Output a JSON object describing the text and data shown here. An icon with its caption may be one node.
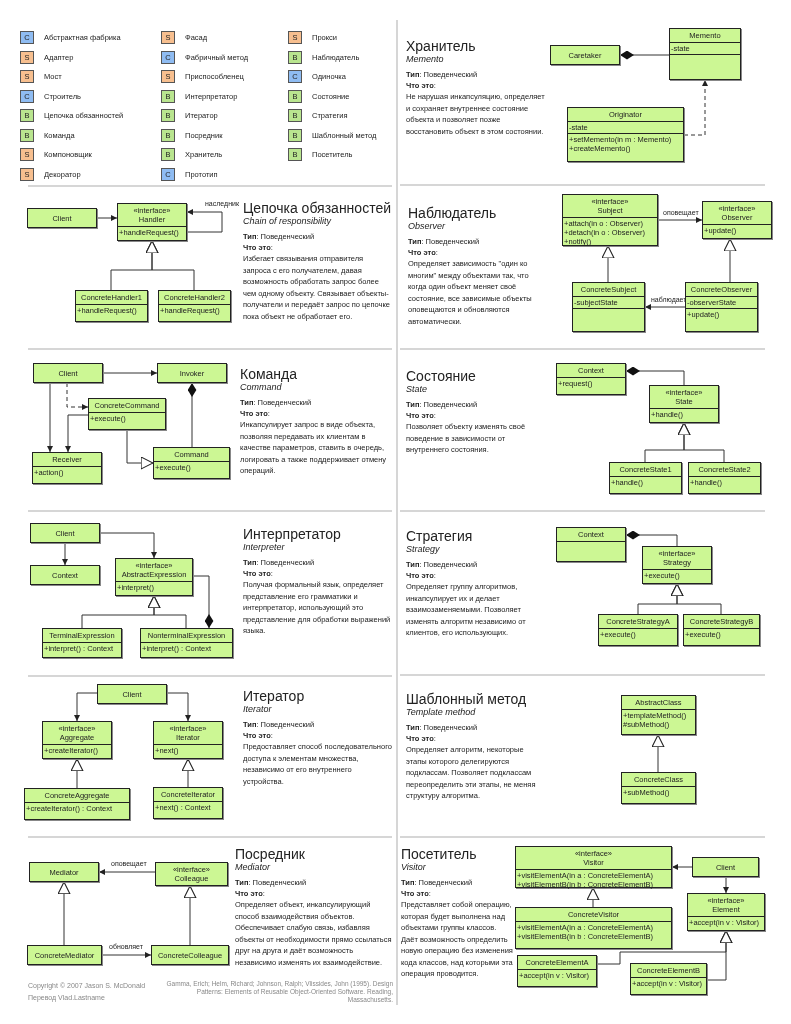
{
  "diagram": {
    "nodes": [
      {
        "text": [
          "Client"
        ]
      },
      {
        "text": [
          "«interface» Handler",
          "+handleRequest()"
        ]
      },
      {
        "text": [
          "ConcreteHandler1",
          "+handleRequest()"
        ]
      },
      {
        "text": [
          "ConcreteHandler2",
          "+handleRequest()"
        ]
      },
      {
        "text": [
          "Caretaker"
        ]
      },
      {
        "text": [
          "Memento",
          "-state"
        ]
      },
      {
        "text": [
          "Originator",
          "-state",
          "+setMemento(in m : Memento)",
          "+createMemento()"
        ]
      },
      {
        "text": [
          "«interface» Subject",
          "+attach(in o : Observer)",
          "+detach(in o : Observer)",
          "+notify()"
        ]
      },
      {
        "text": [
          "«interface» Observer",
          "+update()"
        ]
      },
      {
        "text": [
          "ConcreteSubject",
          "-subjectState"
        ]
      },
      {
        "text": [
          "ConcreteObserver",
          "-observerState",
          "+update()"
        ]
      },
      {
        "text": [
          "Client"
        ]
      },
      {
        "text": [
          "Invoker"
        ]
      },
      {
        "text": [
          "ConcreteCommand",
          "+execute()"
        ]
      },
      {
        "text": [
          "Receiver",
          "+action()"
        ]
      },
      {
        "text": [
          "Command",
          "+execute()"
        ]
      },
      {
        "text": [
          "Context",
          "+request()"
        ]
      },
      {
        "text": [
          "«interface» State",
          "+handle()"
        ]
      },
      {
        "text": [
          "ConcreteState1",
          "+handle()"
        ]
      },
      {
        "text": [
          "ConcreteState2",
          "+handle()"
        ]
      },
      {
        "text": [
          "Client"
        ]
      },
      {
        "text": [
          "Context"
        ]
      },
      {
        "text": [
          "«interface» AbstractExpression",
          "+interpret()"
        ]
      },
      {
        "text": [
          "TerminalExpression",
          "+interpret() : Context"
        ]
      },
      {
        "text": [
          "NonterminalExpression",
          "+interpret() : Context"
        ]
      },
      {
        "text": [
          "Context"
        ]
      },
      {
        "text": [
          "«interface» Strategy",
          "+execute()"
        ]
      },
      {
        "text": [
          "ConcreteStrategyA",
          "+execute()"
        ]
      },
      {
        "text": [
          "ConcreteStrategyB",
          "+execute()"
        ]
      },
      {
        "text": [
          "Client"
        ]
      },
      {
        "text": [
          "«interface» Aggregate",
          "+createIterator()"
        ]
      },
      {
        "text": [
          "«interface» Iterator",
          "+next()"
        ]
      },
      {
        "text": [
          "ConcreteAggregate",
          "+createIterator() : Context"
        ]
      },
      {
        "text": [
          "ConcreteIterator",
          "+next() : Context"
        ]
      },
      {
        "text": [
          "AbstractClass",
          "+templateMethod()",
          "#subMethod()"
        ]
      },
      {
        "text": [
          "ConcreteClass",
          "+subMethod()"
        ]
      },
      {
        "text": [
          "Mediator"
        ]
      },
      {
        "text": [
          "«interface» Colleague"
        ]
      },
      {
        "text": [
          "ConcreteMediator"
        ]
      },
      {
        "text": [
          "ConcreteColleague"
        ]
      },
      {
        "text": [
          "«interface» Visitor",
          "+visitElementA(in a : ConcreteElementA)",
          "+visitElementB(in b : ConcreteElementB)"
        ]
      },
      {
        "text": [
          "Client"
        ]
      },
      {
        "text": [
          "«interface» Element",
          "+accept(in v : Visitor)"
        ]
      },
      {
        "text": [
          "ConcreteVisitor",
          "+visitElementA(in a : ConcreteElementA)",
          "+visitElementB(in b : ConcreteElementB)"
        ]
      },
      {
        "text": [
          "ConcreteElementA",
          "+accept(in v : Visitor)"
        ]
      },
      {
        "text": [
          "ConcreteElementB",
          "+accept(in v : Visitor)"
        ]
      }
    ],
    "edges": [
      {
        "from": 0,
        "to": 1,
        "arrow": "to"
      },
      {
        "from": 1,
        "to": 1,
        "arrow": "to",
        "label": "наследник"
      },
      {
        "from": 2,
        "to": 1,
        "arrow": "to"
      },
      {
        "from": 3,
        "to": 1,
        "arrow": "to"
      },
      {
        "from": 4,
        "to": 5,
        "arrow": "other"
      },
      {
        "from": 6,
        "to": 5,
        "arrow": "to",
        "style": "dashed"
      },
      {
        "from": 7,
        "to": 8,
        "arrow": "to",
        "label": "оповещает"
      },
      {
        "from": 9,
        "to": 7,
        "arrow": "to"
      },
      {
        "from": 10,
        "to": 8,
        "arrow": "to"
      },
      {
        "from": 10,
        "to": 9,
        "arrow": "to",
        "label": "наблюдает"
      },
      {
        "from": 11,
        "to": 12,
        "arrow": "to"
      },
      {
        "from": 11,
        "to": 13,
        "arrow": "to",
        "style": "dashed"
      },
      {
        "from": 11,
        "to": 14,
        "arrow": "to"
      },
      {
        "from": 13,
        "to": 14,
        "arrow": "to"
      },
      {
        "from": 13,
        "to": 15,
        "arrow": "to"
      },
      {
        "from": 12,
        "to": 15,
        "arrow": "other"
      },
      {
        "from": 16,
        "to": 17,
        "arrow": "other"
      },
      {
        "from": 18,
        "to": 17,
        "arrow": "to"
      },
      {
        "from": 19,
        "to": 17,
        "arrow": "to"
      },
      {
        "from": 20,
        "to": 21,
        "arrow": "to"
      },
      {
        "from": 20,
        "to": 22,
        "arrow": "to"
      },
      {
        "from": 23,
        "to": 22,
        "arrow": "to"
      },
      {
        "from": 24,
        "to": 22,
        "arrow": "to"
      },
      {
        "from": 24,
        "to": 22,
        "arrow": "other"
      },
      {
        "from": 25,
        "to": 26,
        "arrow": "other"
      },
      {
        "from": 27,
        "to": 26,
        "arrow": "to"
      },
      {
        "from": 28,
        "to": 26,
        "arrow": "to"
      },
      {
        "from": 29,
        "to": 30,
        "arrow": "to"
      },
      {
        "from": 29,
        "to": 31,
        "arrow": "to"
      },
      {
        "from": 32,
        "to": 30,
        "arrow": "to"
      },
      {
        "from": 33,
        "to": 31,
        "arrow": "to"
      },
      {
        "from": 35,
        "to": 34,
        "arrow": "to"
      },
      {
        "from": 37,
        "to": 36,
        "arrow": "to",
        "label": "оповещает"
      },
      {
        "from": 38,
        "to": 36,
        "arrow": "to"
      },
      {
        "from": 39,
        "to": 37,
        "arrow": "to"
      },
      {
        "from": 38,
        "to": 39,
        "arrow": "to",
        "label": "обновляет"
      },
      {
        "from": 41,
        "to": 40,
        "arrow": "to"
      },
      {
        "from": 41,
        "to": 42,
        "arrow": "to"
      },
      {
        "from": 43,
        "to": 40,
        "arrow": "to"
      },
      {
        "from": 44,
        "to": 42,
        "arrow": "to"
      },
      {
        "from": 45,
        "to": 42,
        "arrow": "to"
      }
    ],
    "labels": [
      "C",
      "S",
      "S",
      "C",
      "B",
      "B",
      "S",
      "S",
      "S",
      "C",
      "S",
      "B",
      "B",
      "B",
      "B",
      "C",
      "S",
      "B",
      "C",
      "B",
      "B",
      "B",
      "B",
      "Цепочка обязанностей",
      "Chain of responsibility",
      "**Тип**: Поведенческий",
      "**Что это**:",
      "Избегает связывания отправителя запроса с его получателем, давая возможность обработать запрос более чем одному объекту. Связывает объекты-получатели и передаёт запрос по цепочке пока объект не обработает его.",
      "Хранитель",
      "Memento",
      "**Тип**: Поведенческий",
      "**Что это**:",
      "Не нарушая инкапсуляцию, определяет и сохраняет внутреннее состояние объекта и позволяет позже восстановить объект в этом состоянии.",
      "Наблюдатель",
      "Observer",
      "**Тип**: Поведенческий",
      "**Что это**:",
      "Определяет зависимость \"один ко многим\" между объектами так, что когда один объект меняет своё состояние, все зависимые объекты оповещаются и обновляются автоматически.",
      "Команда",
      "Command",
      "**Тип**: Поведенческий",
      "**Что это**:",
      "Инкапсулирует запрос в виде объекта, позволяя передавать их клиентам в качестве параметров, ставить в очередь, логировать а также поддерживает отмену операций.",
      "Состояние",
      "State",
      "**Тип**: Поведенческий",
      "**Что это**:",
      "Позволяет объекту изменять своё поведение в зависимости от внутреннего состояния.",
      "Интерпретатор",
      "Interpreter",
      "**Тип**: Поведенческий",
      "**Что это**:",
      "Получая формальный язык, определяет представление его грамматики и интерпретатор, использующий это представление для обработки выражений языка.",
      "Стратегия",
      "Strategy",
      "**Тип**: Поведенческий",
      "**Что это**:",
      "Определяет группу алгоритмов, инкапсулирует их и делает взаимозаменяемыми. Позволяет изменять алгоритм независимо от клиентов, его использующих.",
      "Итератор",
      "Iterator",
      "**Тип**: Поведенческий",
      "**Что это**:",
      "Предоставляет способ последовательного доступа к элементам множества, независимо от его внутреннего устройства.",
      "Шаблонный метод",
      "Template method",
      "**Тип**: Поведенческий",
      "**Что это**:",
      "Определяет алгоритм, некоторые этапы которого делегируются подклассам. Позволяет подклассам переопределить эти этапы, не меняя структуру алгоритма.",
      "Посредник",
      "Mediator",
      "**Тип**: Поведенческий",
      "**Что это**:",
      "Определяет объект, инкапсулирующий способ взаимодействия объектов. Обеспечивает слабую связь, избавляя объекты от необходимости прямо ссылаться друг на друга и даёт возможность независимо изменять их взаимодействие.",
      "Посетитель",
      "Visitor",
      "**Тип**: Поведенческий",
      "**Что это**:",
      "Представляет собой операцию, которая будет выполнена над объектами группы классов. Даёт возможность определить новую операцию без изменения кода классов, над которыми эта операция проводится.",
      "Copyright © 2007 Jason S. McDonald",
      "Перевод Vlad.Lastname",
      "Gamma, Erich; Helm, Richard; Johnson, Ralph; Vlissides, John (1995). Design Patterns: Elements of Reusable Object-Oriented Software. Reading, Massachusetts."
    ],
    "legend": [
      {
        "text": "Абстрактная фабрика",
        "color": "#8fbcf2"
      },
      {
        "text": "Адаптер",
        "color": "#f7bf8f"
      },
      {
        "text": "Мост",
        "color": "#f7bf8f"
      },
      {
        "text": "Строитель",
        "color": "#8fbcf2"
      },
      {
        "text": "Цепочка обязанностей",
        "color": "#b9e58f"
      },
      {
        "text": "Команда",
        "color": "#b9e58f"
      },
      {
        "text": "Компоновщик",
        "color": "#f7bf8f"
      },
      {
        "text": "Декоратор",
        "color": "#f7bf8f"
      },
      {
        "text": "Фасад",
        "color": "#f7bf8f"
      },
      {
        "text": "Фабричный метод",
        "color": "#8fbcf2"
      },
      {
        "text": "Приспособленец",
        "color": "#f7bf8f"
      },
      {
        "text": "Интерпретатор",
        "color": "#b9e58f"
      },
      {
        "text": "Итератор",
        "color": "#b9e58f"
      },
      {
        "text": "Посредник",
        "color": "#b9e58f"
      },
      {
        "text": "Хранитель",
        "color": "#b9e58f"
      },
      {
        "text": "Прототип",
        "color": "#8fbcf2"
      },
      {
        "text": "Прокси",
        "color": "#f7bf8f"
      },
      {
        "text": "Наблюдатель",
        "color": "#b9e58f"
      },
      {
        "text": "Одиночка",
        "color": "#8fbcf2"
      },
      {
        "text": "Состояние",
        "color": "#b9e58f"
      },
      {
        "text": "Стратегия",
        "color": "#b9e58f"
      },
      {
        "text": "Шаблонный метод",
        "color": "#b9e58f"
      },
      {
        "text": "Посетитель",
        "color": "#b9e58f"
      }
    ]
  }
}
